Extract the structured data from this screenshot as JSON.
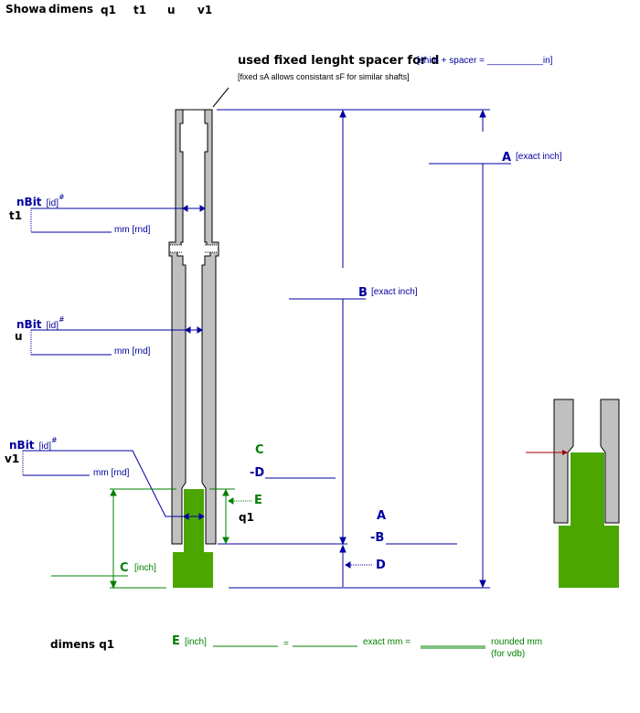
{
  "header": {
    "title": "Showa",
    "dimens": "dimens",
    "items": [
      "q1",
      "t1",
      "u",
      "v1"
    ]
  },
  "spacer": {
    "title": "used fixed lenght spacer for d",
    "formula": "[shim + spacer = ___________in]",
    "note": "[fixed sA allows consistant sF for similar shafts]"
  },
  "labels": {
    "nbit": "nBit",
    "id": "[id]",
    "hash": "#",
    "mm_rnd": "mm [rnd]",
    "t1": "t1",
    "u": "u",
    "v1": "v1",
    "A": "A",
    "B": "B",
    "C": "C",
    "D": "D",
    "E": "E",
    "minus_B": "-B",
    "minus_D": "-D",
    "q1": "q1",
    "exact_inch": "[exact inch]",
    "inch": "[inch]"
  },
  "footer": {
    "title": "dimens q1",
    "E": "E",
    "inch": "[inch]",
    "eq1": "=",
    "exact_mm": "exact mm =",
    "rounded_mm": "rounded mm",
    "for_vdb": "(for vdb)"
  },
  "colors": {
    "blue": "#0000a0",
    "green": "#008000",
    "fill_green": "#4ca600",
    "gray": "#c0c0c0",
    "red": "#a00000"
  }
}
